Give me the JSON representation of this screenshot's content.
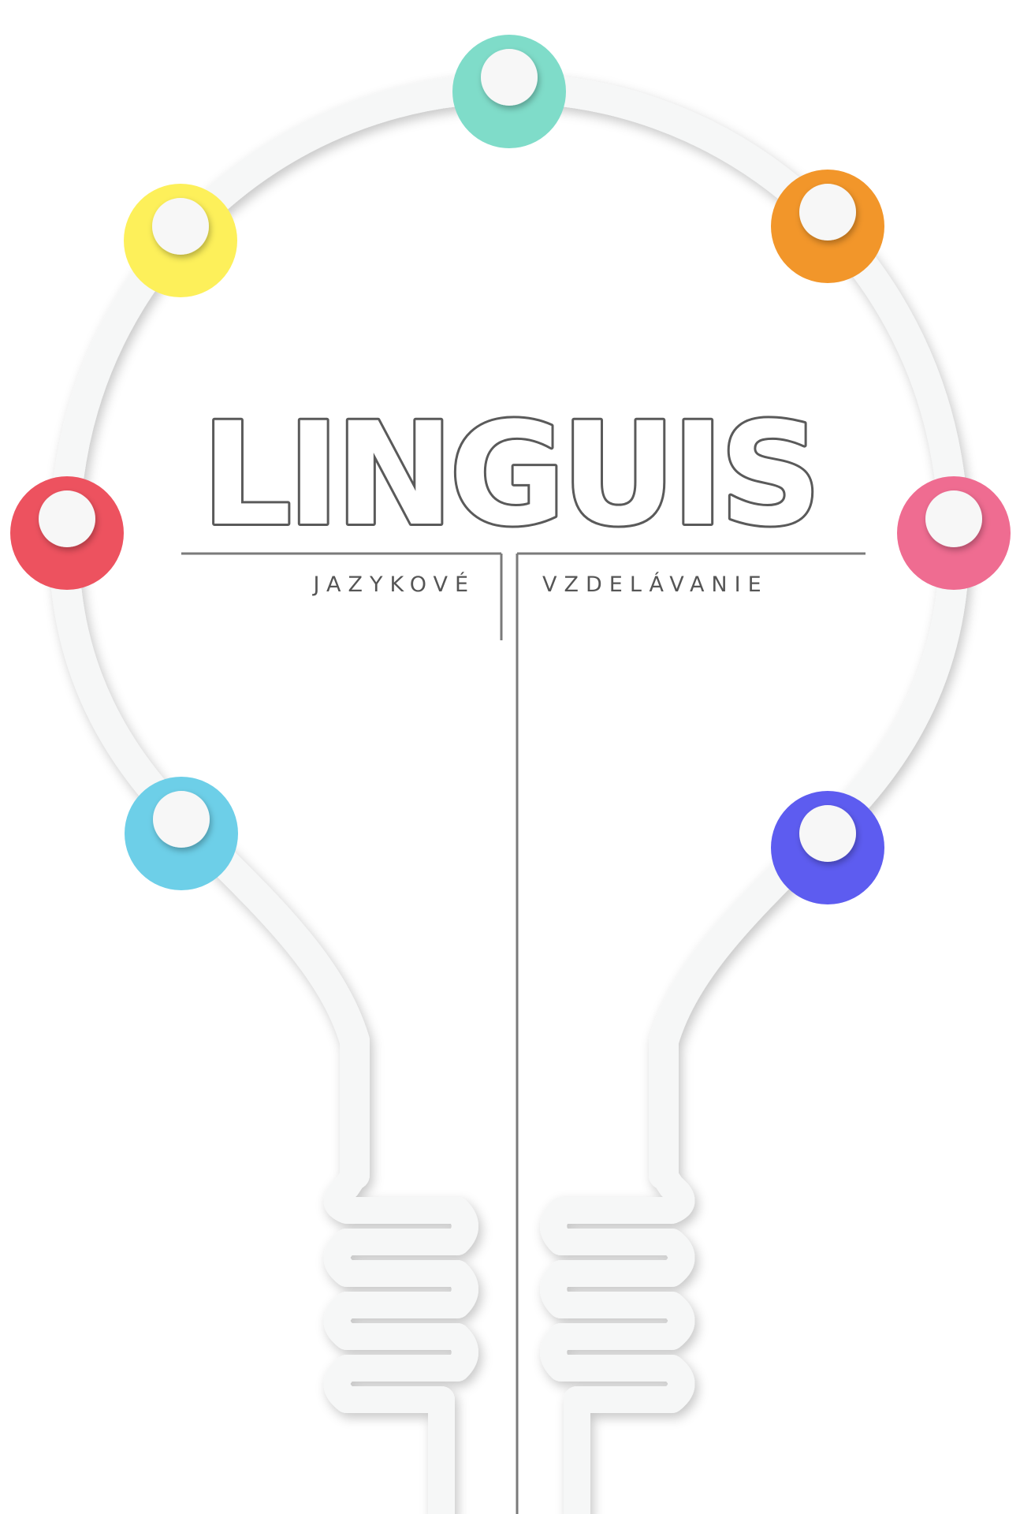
{
  "brand": {
    "name": "LINGUIS",
    "tagline_left": "JAZYKOVÉ",
    "tagline_right": "VZDELÁVANIE"
  },
  "colors": {
    "background": "#ffffff",
    "bulb_stroke": "#f6f7f7",
    "divider": "#7a7a7a",
    "knob": "#f7f7f7"
  },
  "nodes": [
    {
      "name": "node-teal",
      "color": "#7fdcc9"
    },
    {
      "name": "node-yellow",
      "color": "#fdf05a"
    },
    {
      "name": "node-orange",
      "color": "#f2962a"
    },
    {
      "name": "node-red",
      "color": "#ed525f"
    },
    {
      "name": "node-pink",
      "color": "#ef6c91"
    },
    {
      "name": "node-blue",
      "color": "#6dcfe8"
    },
    {
      "name": "node-indigo",
      "color": "#5d5cf0"
    }
  ]
}
